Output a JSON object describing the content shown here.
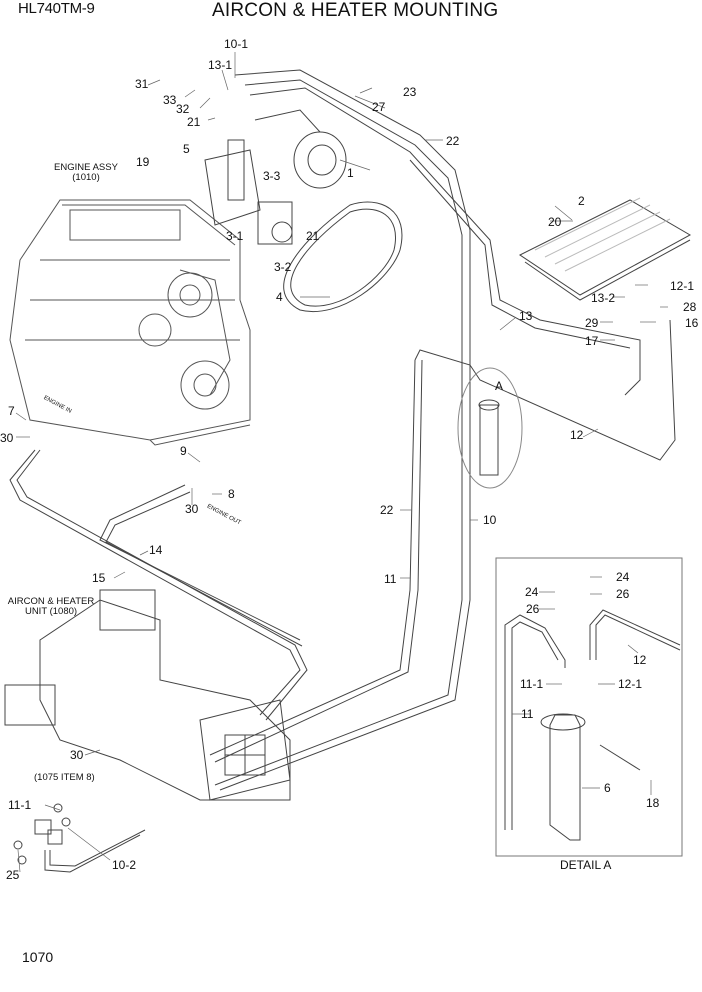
{
  "header": {
    "model": "HL740TM-9",
    "title": "AIRCON & HEATER MOUNTING"
  },
  "footer": {
    "page_number": "1070"
  },
  "captions": {
    "engine_assy": [
      "ENGINE ASSY",
      "(1010)"
    ],
    "aircon_unit": [
      "AIRCON & HEATER",
      "UNIT (1080)"
    ],
    "item_ref": "(1075 ITEM 8)",
    "engine_in": "ENGINE IN",
    "engine_out": "ENGINE OUT",
    "detail_marker": "A",
    "detail_title": "DETAIL A"
  },
  "part_labels": {
    "p10_1": "10-1",
    "p13_1": "13-1",
    "p31": "31",
    "p33": "33",
    "p32": "32",
    "p21a": "21",
    "p23": "23",
    "p27": "27",
    "p22a": "22",
    "p5": "5",
    "p19": "19",
    "p1": "1",
    "p3_3": "3-3",
    "p3_1": "3-1",
    "p3_2": "3-2",
    "p21b": "21",
    "p4": "4",
    "p2": "2",
    "p20": "20",
    "p12_1a": "12-1",
    "p13_2": "13-2",
    "p28": "28",
    "p29": "29",
    "p16": "16",
    "p17": "17",
    "p13": "13",
    "p7": "7",
    "p30a": "30",
    "p9": "9",
    "p8": "8",
    "p30b": "30",
    "p12a": "12",
    "p22b": "22",
    "p10": "10",
    "p14": "14",
    "p15": "15",
    "p11a": "11",
    "p30c": "30",
    "p11_1a": "11-1",
    "p25": "25",
    "p10_2": "10-2",
    "p24a": "24",
    "p24b": "24",
    "p26a": "26",
    "p26b": "26",
    "p12b": "12",
    "p11_1b": "11-1",
    "p12_1b": "12-1",
    "p11b": "11",
    "p6": "6",
    "p18": "18"
  }
}
